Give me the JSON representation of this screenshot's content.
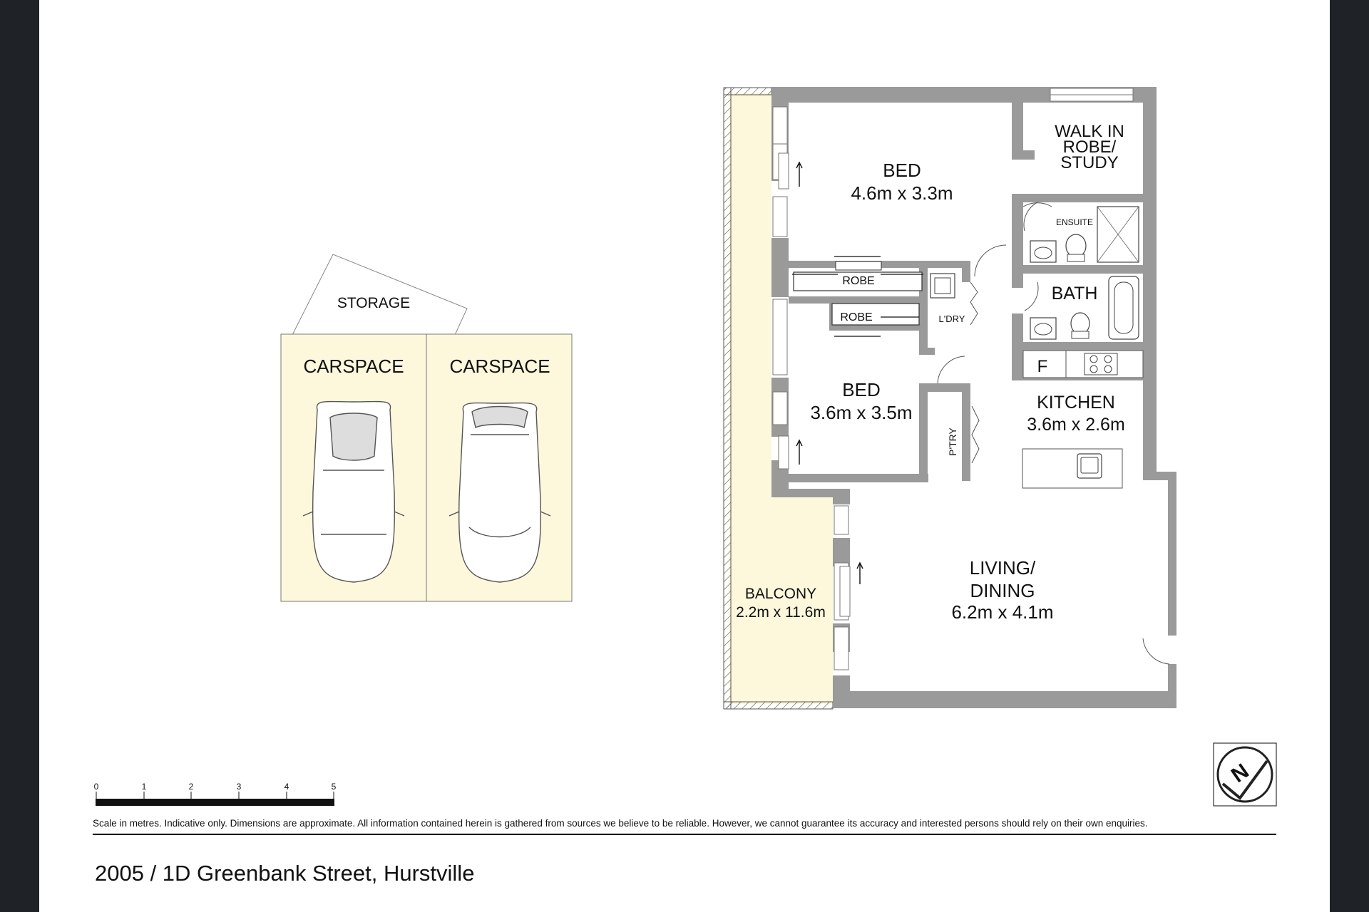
{
  "rooms": {
    "bed1": {
      "name": "BED",
      "dims": "4.6m x 3.3m"
    },
    "walk_in": {
      "line1": "WALK IN",
      "line2": "ROBE/",
      "line3": "STUDY"
    },
    "ensuite": "ENSUITE",
    "robe1": "ROBE",
    "robe2": "ROBE",
    "laundry": "L'DRY",
    "bath": "BATH",
    "fridge": "F",
    "bed2": {
      "name": "BED",
      "dims": "3.6m x 3.5m"
    },
    "kitchen": {
      "name": "KITCHEN",
      "dims": "3.6m x 2.6m"
    },
    "pantry": "P'TRY",
    "living": {
      "line1": "LIVING/",
      "line2": "DINING",
      "dims": "6.2m x 4.1m"
    },
    "balcony": {
      "name": "BALCONY",
      "dims": "2.2m x 11.6m"
    }
  },
  "parking": {
    "storage": "STORAGE",
    "space1": "CARSPACE",
    "space2": "CARSPACE"
  },
  "scale": {
    "ticks": [
      "0",
      "1",
      "2",
      "3",
      "4",
      "5"
    ]
  },
  "compass": {
    "letter": "N",
    "icon": "north-arrow-icon"
  },
  "disclaimer": "Scale in metres. Indicative only. Dimensions are approximate. All information contained herein is gathered from sources we believe to be reliable. However, we cannot guarantee its accuracy and interested persons should rely on their own enquiries.",
  "address": "2005 / 1D Greenbank Street, Hurstville",
  "colors": {
    "wall": "#9a9a9a",
    "balcony_fill": "#fdf7dc",
    "frame": "#1f2328"
  }
}
